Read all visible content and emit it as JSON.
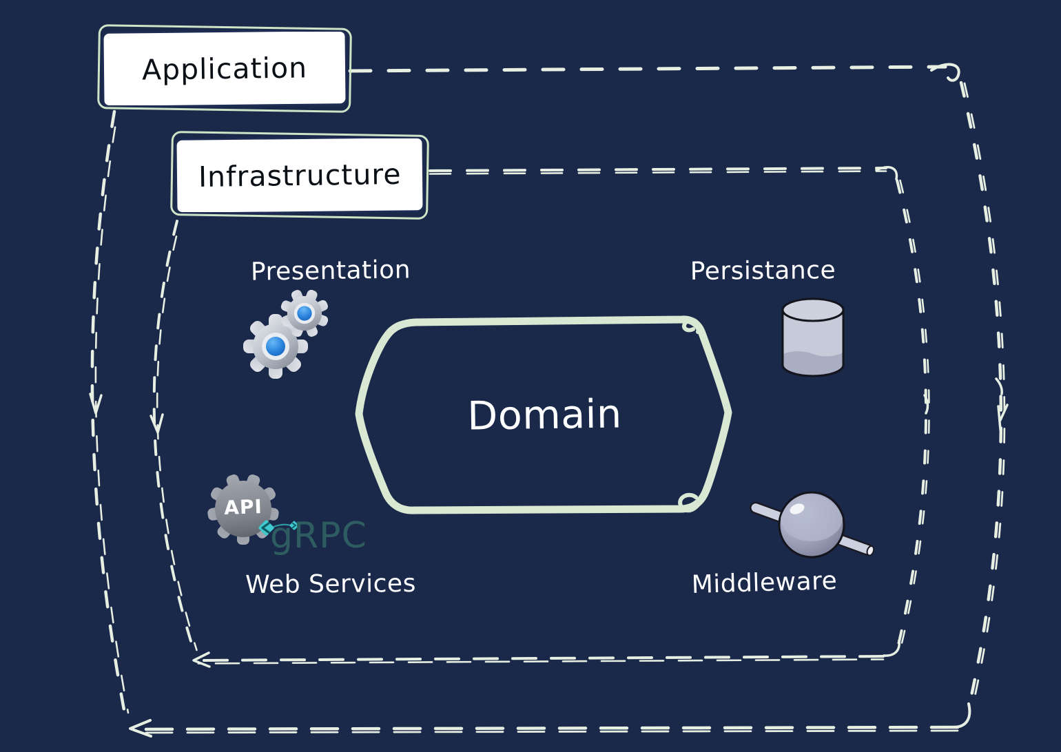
{
  "colors": {
    "background": "#1a284a",
    "dashed_border": "#e7efe3",
    "domain_outline": "#d8e8d3",
    "layer_box_fill": "#ffffff",
    "layer_box_ink": "#1d2c52",
    "layer_box_accent": "#cfe3c6",
    "label_text": "#ffffff",
    "grpc_text_color": "#2e5d61",
    "grpc_diamond_color": "#3fc8cd",
    "gear_center_blue": "#2e86de"
  },
  "layers": {
    "application": {
      "label": "Application"
    },
    "infrastructure": {
      "label": "Infrastructure"
    }
  },
  "nodes": {
    "presentation": {
      "label": "Presentation",
      "icon": "gears-icon"
    },
    "persistance": {
      "label": "Persistance",
      "icon": "database-icon"
    },
    "domain": {
      "label": "Domain",
      "shape": "sketched-hexagon"
    },
    "web_services": {
      "label": "Web Services",
      "icon": "api-gear-icon",
      "badge": "API",
      "logo": "gRPC"
    },
    "middleware": {
      "label": "Middleware",
      "icon": "middleware-sphere-icon"
    }
  }
}
